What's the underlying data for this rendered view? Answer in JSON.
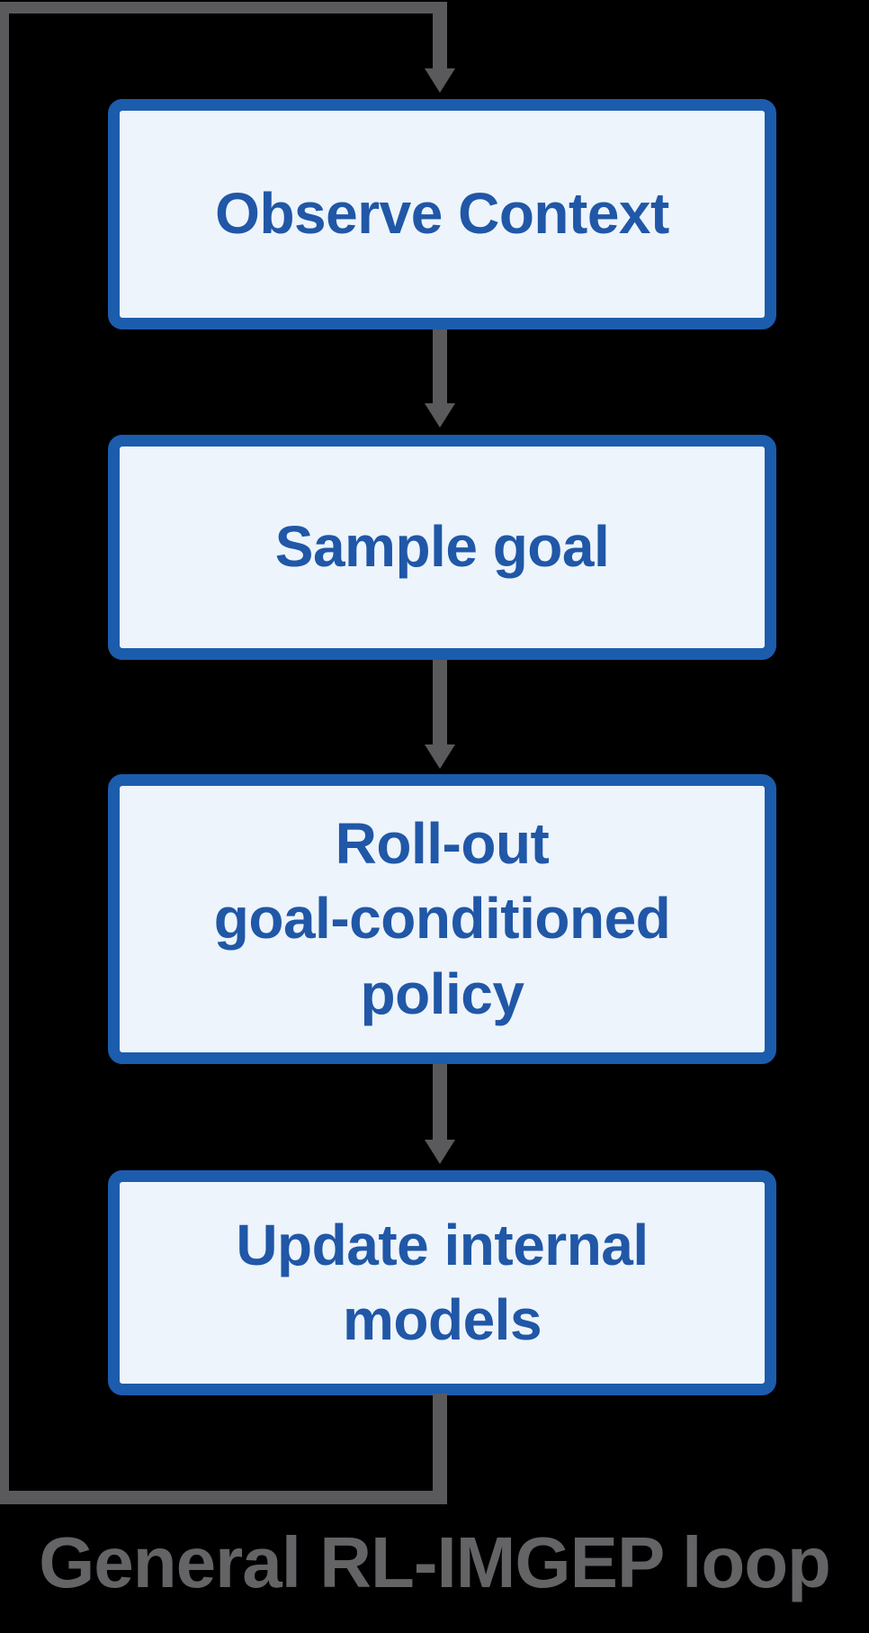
{
  "diagram": {
    "nodes": [
      {
        "id": "observe-context",
        "label": "Observe Context"
      },
      {
        "id": "sample-goal",
        "label": "Sample goal"
      },
      {
        "id": "rollout-goal-conditioned-policy",
        "label": "Roll-out\ngoal-conditioned\npolicy"
      },
      {
        "id": "update-internal-models",
        "label": "Update internal\nmodels"
      }
    ],
    "caption": "General RL-IMGEP loop",
    "colors": {
      "background": "#000000",
      "node_fill": "#edf4fb",
      "node_border": "#1c5cad",
      "node_text": "#2057a7",
      "arrow": "#5a5a5c",
      "caption_text": "#646466"
    }
  }
}
